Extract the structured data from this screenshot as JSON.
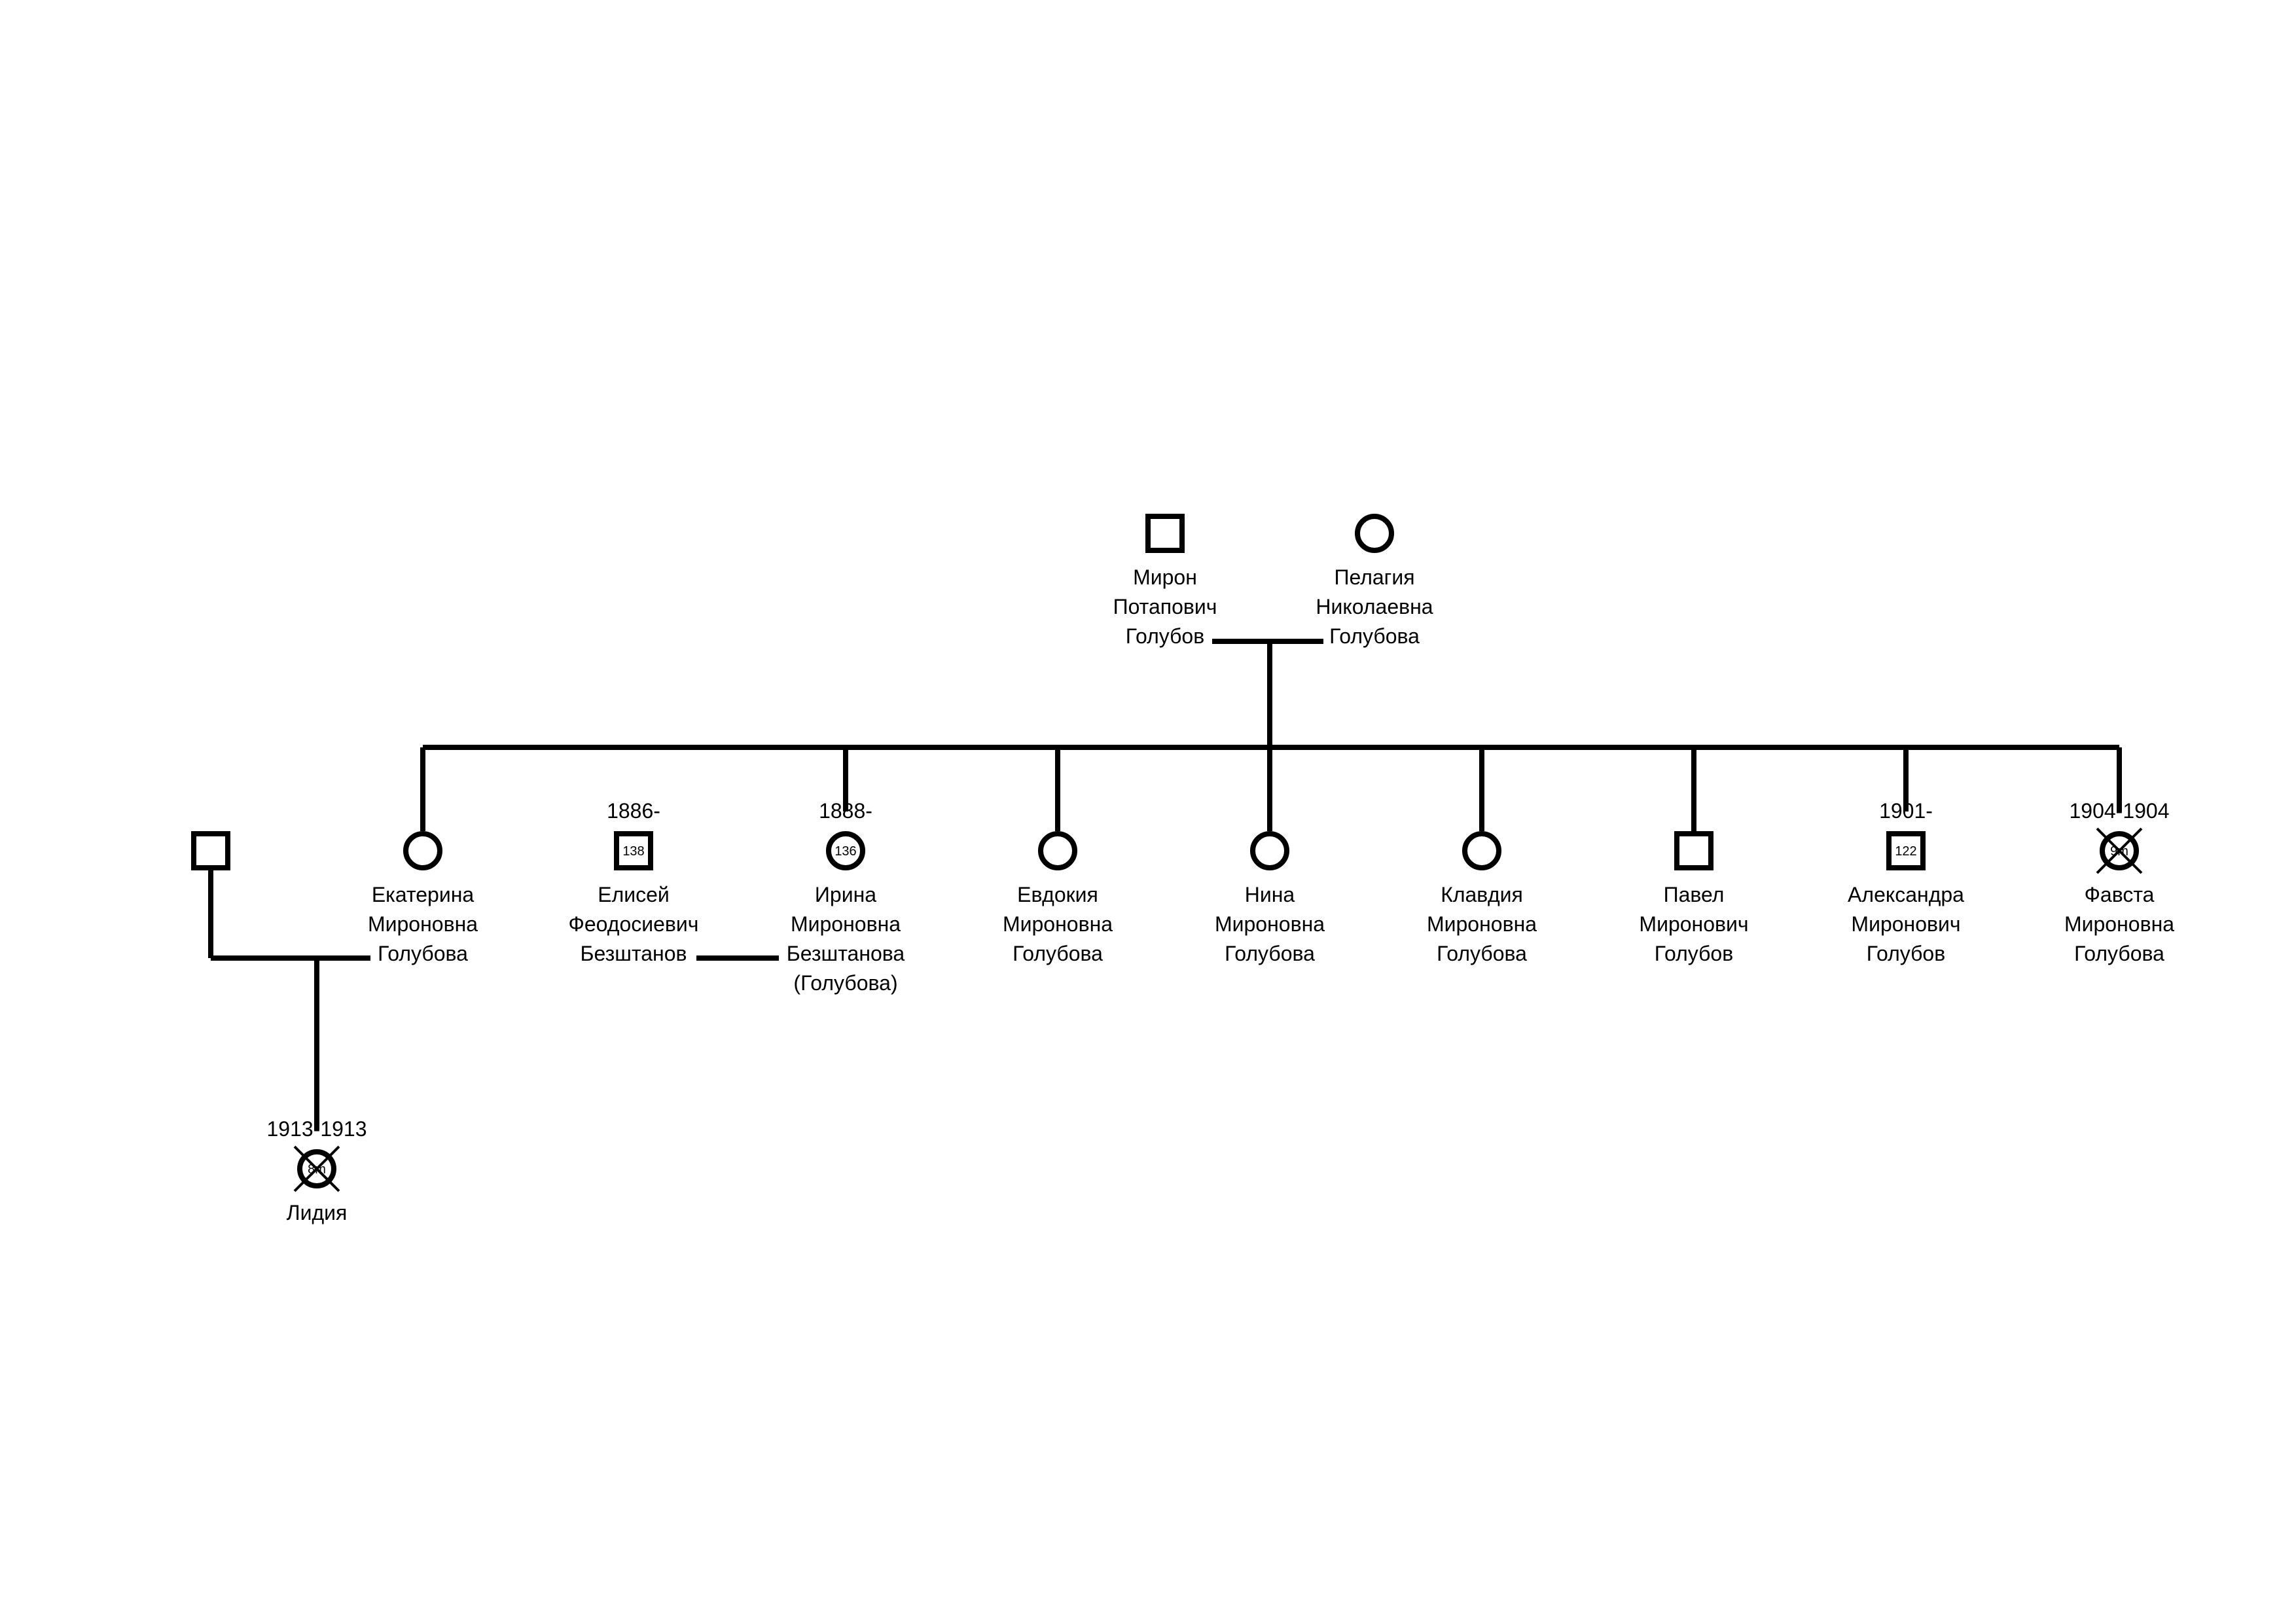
{
  "people": {
    "miron": {
      "name": [
        "Мирон",
        "Потапович",
        "Голубов"
      ],
      "years": "",
      "badge": "",
      "sex": "male",
      "deceased": false
    },
    "pelageya": {
      "name": [
        "Пелагия",
        "Николаевна",
        "Голубова"
      ],
      "years": "",
      "badge": "",
      "sex": "female",
      "deceased": false
    },
    "unknown_husband": {
      "name": [],
      "years": "",
      "badge": "",
      "sex": "male",
      "deceased": false
    },
    "ekaterina": {
      "name": [
        "Екатерина",
        "Мироновна",
        "Голубова"
      ],
      "years": "",
      "badge": "",
      "sex": "female",
      "deceased": false
    },
    "elisey": {
      "name": [
        "Елисей",
        "Феодосиевич",
        "Безштанов"
      ],
      "years": "1886-",
      "badge": "138",
      "sex": "male",
      "deceased": false
    },
    "irina": {
      "name": [
        "Ирина",
        "Мироновна",
        "Безштанова",
        "(Голубова)"
      ],
      "years": "1888-",
      "badge": "136",
      "sex": "female",
      "deceased": false
    },
    "evdokiya": {
      "name": [
        "Евдокия",
        "Мироновна",
        "Голубова"
      ],
      "years": "",
      "badge": "",
      "sex": "female",
      "deceased": false
    },
    "nina": {
      "name": [
        "Нина",
        "Мироновна",
        "Голубова"
      ],
      "years": "",
      "badge": "",
      "sex": "female",
      "deceased": false
    },
    "klavdiya": {
      "name": [
        "Клавдия",
        "Мироновна",
        "Голубова"
      ],
      "years": "",
      "badge": "",
      "sex": "female",
      "deceased": false
    },
    "pavel": {
      "name": [
        "Павел",
        "Миронович",
        "Голубов"
      ],
      "years": "",
      "badge": "",
      "sex": "male",
      "deceased": false
    },
    "aleksandra": {
      "name": [
        "Александра",
        "Миронович",
        "Голубов"
      ],
      "years": "1901-",
      "badge": "122",
      "sex": "male",
      "deceased": false
    },
    "favsta": {
      "name": [
        "Фавста",
        "Мироновна",
        "Голубова"
      ],
      "years": "1904-1904",
      "badge": "9m",
      "sex": "female",
      "deceased": true
    },
    "lidiya": {
      "name": [
        "Лидия"
      ],
      "years": "1913-1913",
      "badge": "8m",
      "sex": "female",
      "deceased": true
    }
  },
  "colors": {
    "line": "#000000",
    "background": "#ffffff"
  }
}
